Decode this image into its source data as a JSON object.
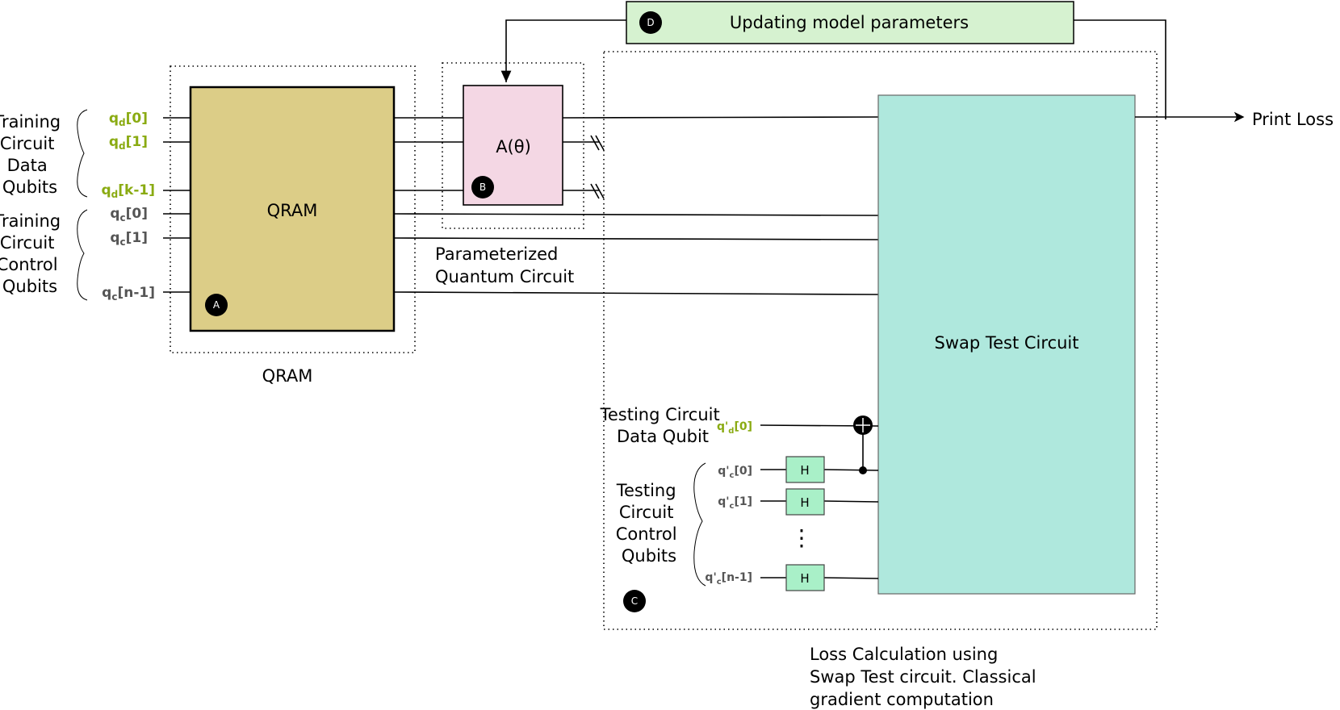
{
  "colors": {
    "qram_fill": "#dccd87",
    "pqc_fill": "#f4d7e4",
    "swap_fill": "#afe8dd",
    "update_fill": "#d6f2d0",
    "h_gate_fill": "#a9f0c8",
    "data_qubit_label": "#8aab12",
    "control_qubit_label": "#555555"
  },
  "training": {
    "data_group_label": [
      "Training",
      "Circuit",
      "Data",
      "Qubits"
    ],
    "control_group_label": [
      "Training",
      "Circuit",
      "Control",
      "Qubits"
    ],
    "data_qubits": [
      {
        "base": "q",
        "sub": "d",
        "idx": "[0]"
      },
      {
        "base": "q",
        "sub": "d",
        "idx": "[1]"
      },
      {
        "base": "q",
        "sub": "d",
        "idx": "[k-1]"
      }
    ],
    "control_qubits": [
      {
        "base": "q",
        "sub": "c",
        "idx": "[0]"
      },
      {
        "base": "q",
        "sub": "c",
        "idx": "[1]"
      },
      {
        "base": "q",
        "sub": "c",
        "idx": "[n-1]"
      }
    ]
  },
  "qram": {
    "box_label": "QRAM",
    "caption": "QRAM",
    "badge": "A"
  },
  "pqc": {
    "gate_label": "A(θ)",
    "caption": [
      "Parameterized",
      "Quantum Circuit"
    ],
    "badge": "B"
  },
  "loss": {
    "badge": "C",
    "caption": [
      "Loss Calculation using",
      "Swap Test circuit. Classical",
      "gradient computation"
    ],
    "swap_label": "Swap Test Circuit",
    "testing_data_label": [
      "Testing Circuit",
      "Data Qubit"
    ],
    "testing_control_label": [
      "Testing",
      "Circuit",
      "Control",
      "Qubits"
    ],
    "testing_data_qubit": {
      "base": "q'",
      "sub": "d",
      "idx": "[0]"
    },
    "testing_control_qubits": [
      {
        "base": "q'",
        "sub": "c",
        "idx": "[0]"
      },
      {
        "base": "q'",
        "sub": "c",
        "idx": "[1]"
      },
      {
        "base": "q'",
        "sub": "c",
        "idx": "[n-1]"
      }
    ],
    "h_gate_label": "H",
    "ellipsis": "⋮"
  },
  "update": {
    "badge": "D",
    "label": "Updating model parameters"
  },
  "output": {
    "label": "Print Loss"
  }
}
